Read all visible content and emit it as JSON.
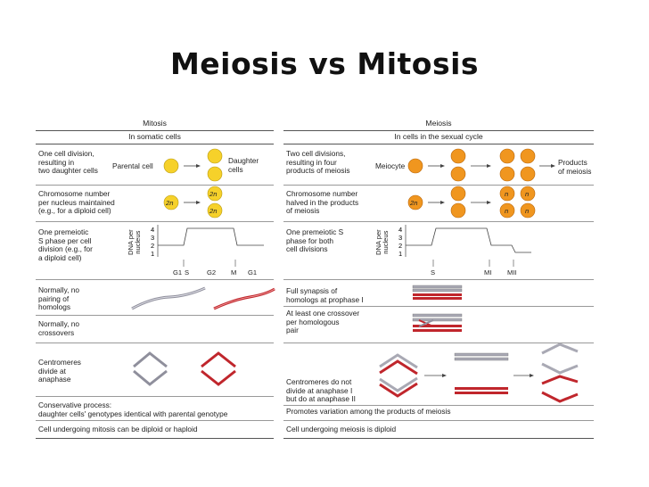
{
  "title": "Meiosis vs Mitosis",
  "colors": {
    "yellow_cell": "#f6d12a",
    "orange_cell": "#f0961f",
    "red_chromatid": "#c0262c",
    "gray_chromatid": "#a9a9b4",
    "rule": "#999999"
  },
  "mitosis": {
    "heading": "Mitosis",
    "subheading": "In somatic cells",
    "rows": {
      "division": "One cell division,\nresulting in\ntwo daughter cells",
      "chromosome_number": "Chromosome number\nper nucleus maintained\n(e.g., for a diploid cell)",
      "s_phase": "One premeiotic\nS phase per cell\ndivision (e.g., for\na diploid cell)",
      "pairing": "Normally, no\npairing of\nhomologs",
      "crossovers": "Normally, no\ncrossovers",
      "centromeres": "Centromeres\ndivide at\nanaphase",
      "conservative": "Conservative process:\n   daughter cells' genotypes identical with parental genotype",
      "ploidy": "Cell undergoing mitosis can be diploid or haploid"
    },
    "parental_cell": "Parental cell",
    "daughter_cells": "Daughter\ncells",
    "cell_2n": "2n",
    "graph": {
      "y_label": "DNA per\nnucleus",
      "y_ticks": [
        "4",
        "3",
        "2",
        "1"
      ],
      "x_ticks": [
        "G1",
        "S",
        "G2",
        "M",
        "G1"
      ]
    }
  },
  "meiosis": {
    "heading": "Meiosis",
    "subheading": "In cells in the sexual cycle",
    "rows": {
      "division": "Two cell divisions,\nresulting in four\nproducts of meiosis",
      "chromosome_number": "Chromosome number\nhalved in the products\nof meiosis",
      "s_phase": "One premeiotic S\nphase for both\ncell divisions",
      "synapsis": "Full synapsis of\nhomologs at prophase I",
      "crossover": "At least one crossover\nper homologous\npair",
      "centromeres": "Centromeres do not\ndivide at anaphase I\nbut do at anaphase II",
      "variation": "Promotes variation among the products of meiosis",
      "ploidy": "Cell undergoing meiosis is diploid"
    },
    "meiocyte": "Meiocyte",
    "products": "Products\nof meiosis",
    "cell_2n": "2n",
    "cell_n": "n",
    "graph": {
      "y_label": "DNA per\nnucleus",
      "y_ticks": [
        "4",
        "3",
        "2",
        "1"
      ],
      "x_ticks": [
        "S",
        "MI",
        "MII"
      ]
    }
  }
}
